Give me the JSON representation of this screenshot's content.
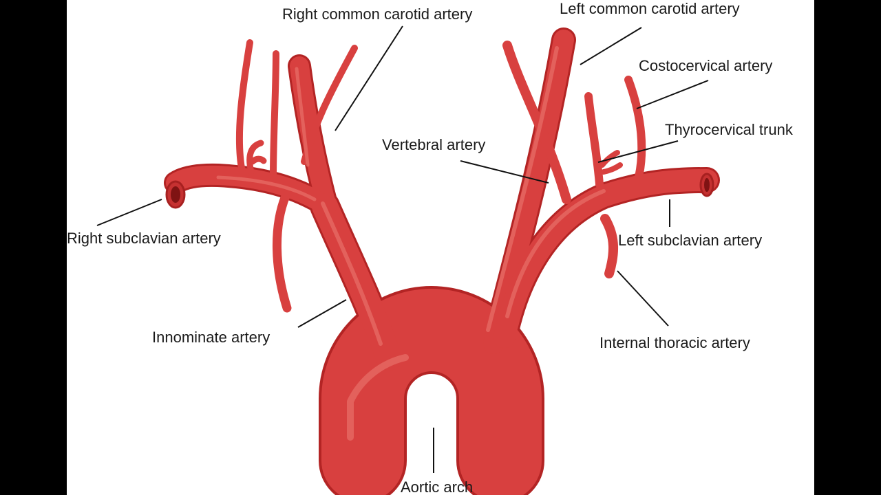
{
  "labels": {
    "right_common_carotid": "Right common carotid artery",
    "left_common_carotid": "Left common carotid artery",
    "costocervical": "Costocervical artery",
    "thyrocervical": "Thyrocervical trunk",
    "vertebral": "Vertebral artery",
    "right_subclavian": "Right subclavian artery",
    "left_subclavian": "Left subclavian artery",
    "innominate": "Innominate artery",
    "internal_thoracic": "Internal thoracic artery",
    "aortic_arch": "Aortic arch"
  },
  "colors": {
    "artery": "#d8403f",
    "artery_shadow": "#b32424",
    "artery_highlight": "#ec7b74",
    "background": "#ffffff",
    "letterbox": "#000000"
  }
}
